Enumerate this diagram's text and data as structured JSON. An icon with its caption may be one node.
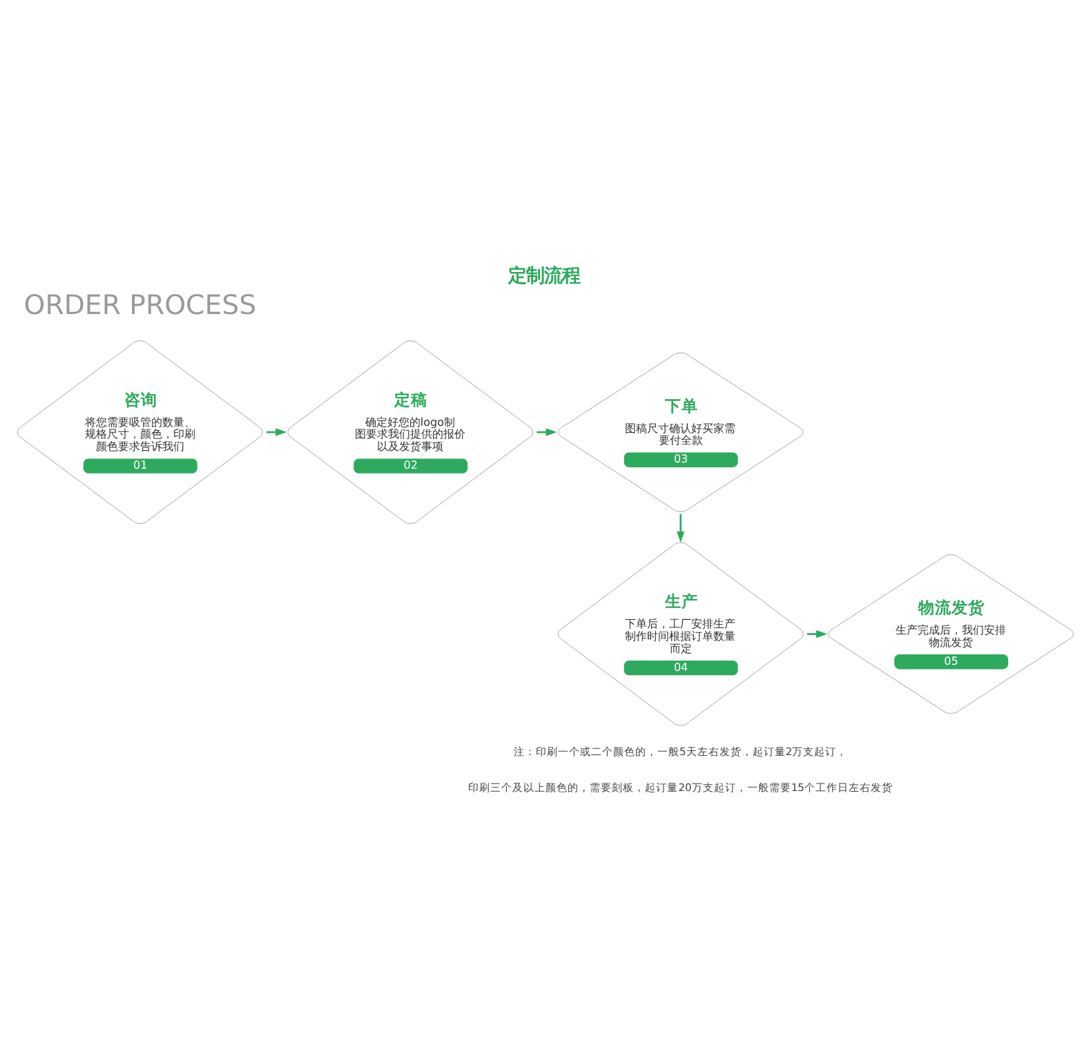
{
  "diagram": {
    "title": "定制流程",
    "nodes": [
      {
        "text": [
          "咨询",
          "将您需要吸管的数量、规格尺寸，颜色，印刷颜色要求告诉我们",
          "01"
        ]
      },
      {
        "text": [
          "定稿",
          "确定好您的logo制图要求我们提供的报价以及发货事项",
          "02"
        ]
      },
      {
        "text": [
          "下单",
          "图稿尺寸确认好买家需要付全款",
          "03"
        ]
      },
      {
        "text": [
          "物流发货",
          "生产完成后，我们安排物流发货",
          "05"
        ]
      },
      {
        "text": [
          "生产",
          "下单后，工厂安排生产制作时间根据订单数量而定",
          "04"
        ]
      }
    ],
    "edges": [
      {
        "from": 0,
        "to": 1,
        "arrow": "to"
      },
      {
        "from": 1,
        "to": 2,
        "arrow": "to"
      },
      {
        "from": 2,
        "to": 4,
        "arrow": "to"
      },
      {
        "from": 4,
        "to": 3,
        "arrow": "to"
      }
    ],
    "labels": [
      "ORDER PROCESS",
      "注：印刷一个或二个颜色的，一般5天左右发货，起订量2万支起订，",
      "印刷三个及以上颜色的，需要刻板，起订量20万支起订，一般需要15个工作日左右发货"
    ]
  }
}
